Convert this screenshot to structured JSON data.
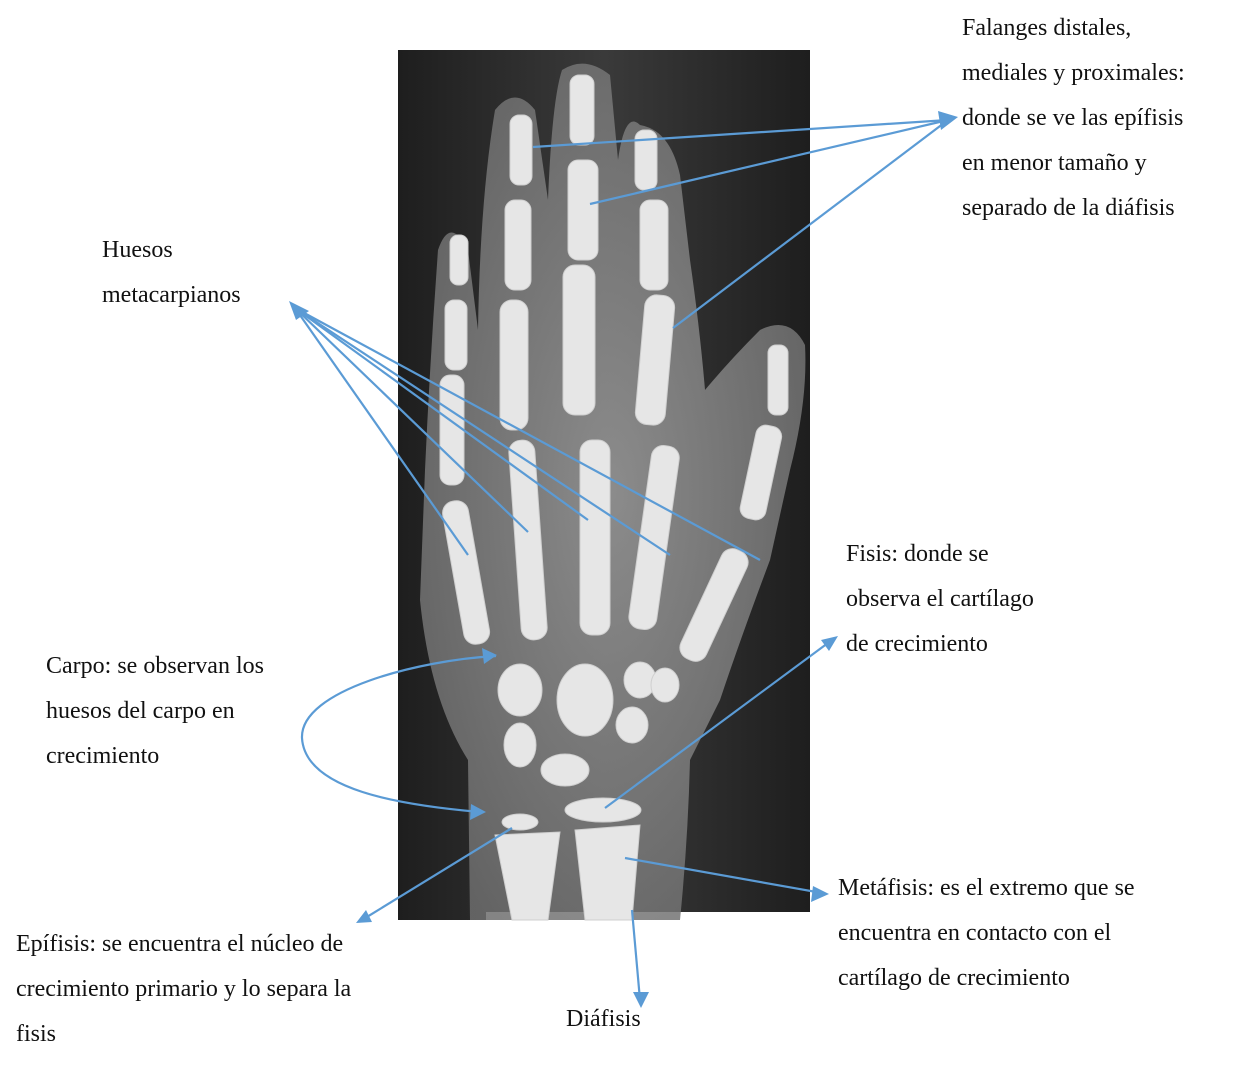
{
  "labels": {
    "falanges": [
      "Falanges distales,",
      "mediales y proximales:",
      "donde se ve las epífisis",
      "en menor tamaño y",
      "separado de la diáfisis"
    ],
    "metacarpianos": [
      "Huesos",
      "metacarpianos"
    ],
    "fisis": [
      "Fisis: donde se",
      "observa el cartílago",
      "de crecimiento"
    ],
    "carpo": [
      "Carpo: se observan los",
      "huesos del carpo en",
      "crecimiento"
    ],
    "metafisis": [
      "Metáfisis: es el extremo que se",
      "encuentra en contacto con el",
      "cartílago de crecimiento"
    ],
    "epifisis": [
      "Epífisis: se encuentra el núcleo de",
      "crecimiento primario y lo separa la",
      "fisis"
    ],
    "diafisis": [
      "Diáfisis"
    ]
  },
  "colors": {
    "arrow": "#5b9bd5",
    "xray_background": "#2a2a2a",
    "bone": "#e4e4e4",
    "soft_tissue": "#8a8a8a"
  },
  "image": {
    "subject": "hand-xray"
  }
}
